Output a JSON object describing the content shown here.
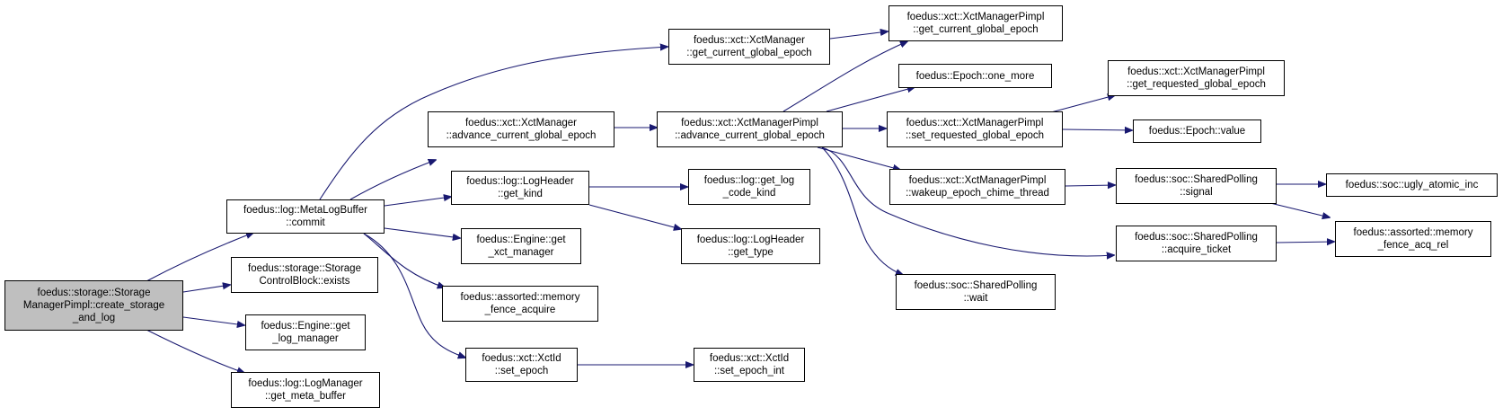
{
  "colors": {
    "edge": "#191970",
    "root_fill": "#bfbfbf",
    "node_fill": "#ffffff",
    "border": "#000000"
  },
  "nodes": {
    "root": "foedus::storage::Storage\nManagerPimpl::create_storage\n_and_log",
    "metalog_commit": "foedus::log::MetaLogBuffer\n::commit",
    "storage_cb_exists": "foedus::storage::Storage\nControlBlock::exists",
    "engine_get_log_manager": "foedus::Engine::get\n_log_manager",
    "logmanager_get_meta_buffer": "foedus::log::LogManager\n::get_meta_buffer",
    "xctmgr_get_current_global_epoch": "foedus::xct::XctManager\n::get_current_global_epoch",
    "xctmgr_advance_current_global_epoch": "foedus::xct::XctManager\n::advance_current_global_epoch",
    "logheader_get_kind": "foedus::log::LogHeader\n::get_kind",
    "engine_get_xct_manager": "foedus::Engine::get\n_xct_manager",
    "memory_fence_acquire": "foedus::assorted::memory\n_fence_acquire",
    "xctid_set_epoch": "foedus::xct::XctId\n::set_epoch",
    "pimpl_advance_current_global_epoch": "foedus::xct::XctManagerPimpl\n::advance_current_global_epoch",
    "get_log_code_kind": "foedus::log::get_log\n_code_kind",
    "logheader_get_type": "foedus::log::LogHeader\n::get_type",
    "xctid_set_epoch_int": "foedus::xct::XctId\n::set_epoch_int",
    "pimpl_get_current_global_epoch": "foedus::xct::XctManagerPimpl\n::get_current_global_epoch",
    "epoch_one_more": "foedus::Epoch::one_more",
    "pimpl_set_requested_global_epoch": "foedus::xct::XctManagerPimpl\n::set_requested_global_epoch",
    "pimpl_wakeup_epoch_chime_thread": "foedus::xct::XctManagerPimpl\n::wakeup_epoch_chime_thread",
    "sharedpolling_wait": "foedus::soc::SharedPolling\n::wait",
    "pimpl_get_requested_global_epoch": "foedus::xct::XctManagerPimpl\n::get_requested_global_epoch",
    "epoch_value": "foedus::Epoch::value",
    "sharedpolling_signal": "foedus::soc::SharedPolling\n::signal",
    "sharedpolling_acquire_ticket": "foedus::soc::SharedPolling\n::acquire_ticket",
    "ugly_atomic_inc": "foedus::soc::ugly_atomic_inc",
    "memory_fence_acq_rel": "foedus::assorted::memory\n_fence_acq_rel"
  }
}
